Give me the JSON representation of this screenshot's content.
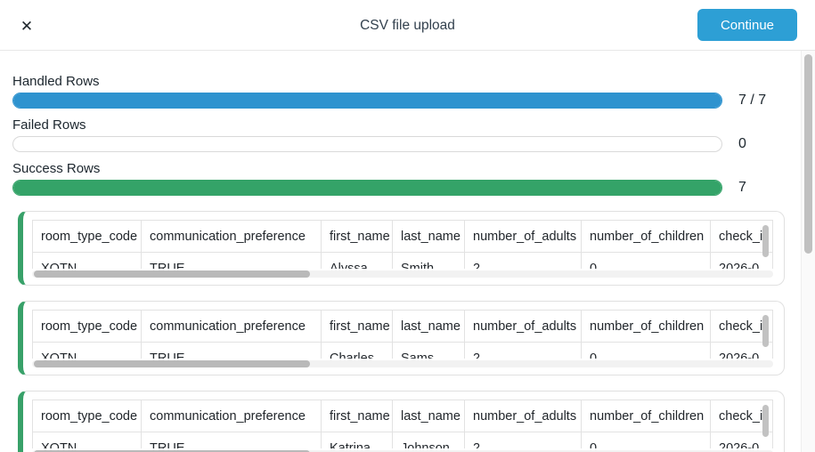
{
  "header": {
    "title": "CSV file upload",
    "close_icon": "✕",
    "continue_label": "Continue"
  },
  "colors": {
    "accent_blue": "#2e93cf",
    "success_green": "#34a368",
    "button_blue": "#2d9fd5",
    "card_stripe_green": "#38a169"
  },
  "progress": [
    {
      "label": "Handled Rows",
      "value_text": "7 / 7",
      "percent": 100,
      "bar_color": "#2e93cf"
    },
    {
      "label": "Failed Rows",
      "value_text": "0",
      "percent": 0,
      "bar_color": "#ffffff"
    },
    {
      "label": "Success Rows",
      "value_text": "7",
      "percent": 100,
      "bar_color": "#34a368"
    }
  ],
  "tables": {
    "columns": [
      "room_type_code",
      "communication_preference",
      "first_name",
      "last_name",
      "number_of_adults",
      "number_of_children",
      "check_i"
    ],
    "rows": [
      [
        "XQTN",
        "TRUE",
        "Alyssa",
        "Smith",
        "2",
        "0",
        "2026-0"
      ],
      [
        "XQTN",
        "TRUE",
        "Charles",
        "Sams",
        "2",
        "0",
        "2026-0"
      ],
      [
        "XQTN",
        "TRUE",
        "Katrina",
        "Johnson",
        "2",
        "0",
        "2026-0"
      ]
    ]
  }
}
